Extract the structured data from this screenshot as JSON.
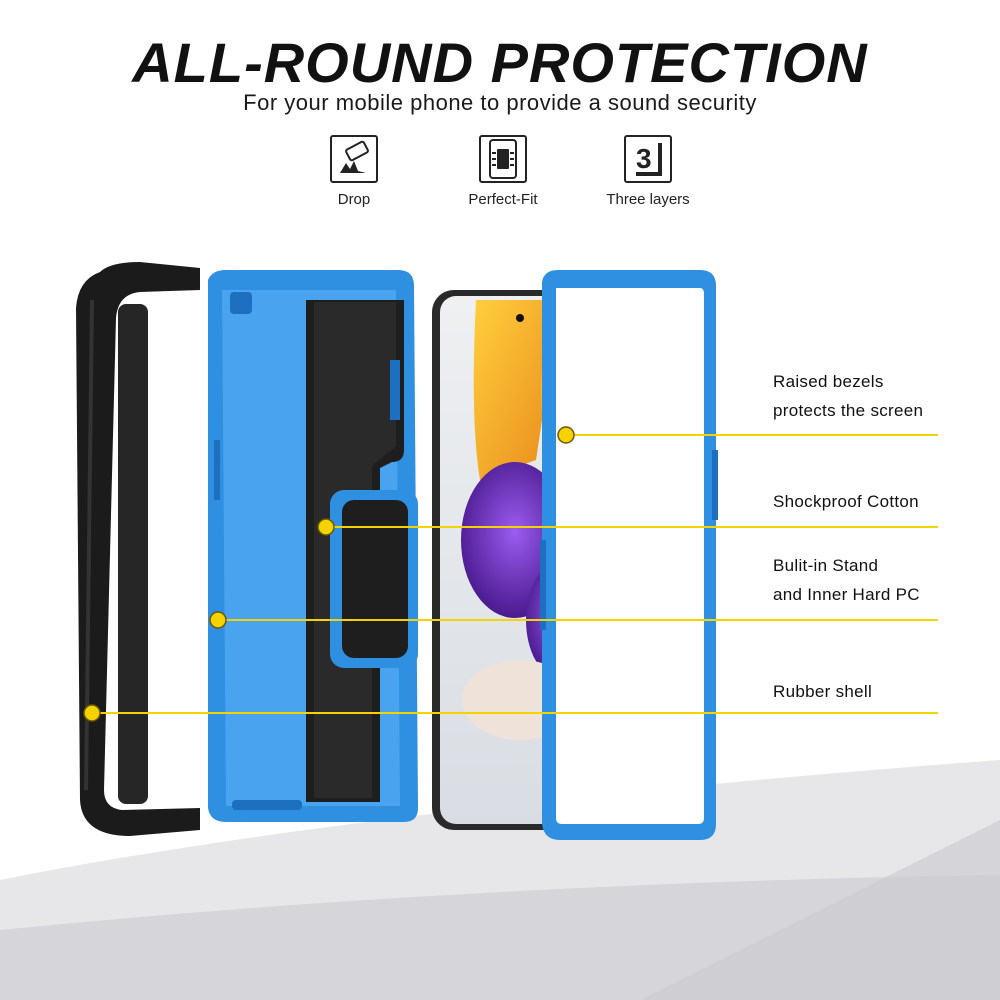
{
  "header": {
    "title": "ALL-ROUND PROTECTION",
    "subtitle": "For your mobile phone to provide a sound security"
  },
  "features": [
    {
      "label": "Drop",
      "icon": "drop-icon"
    },
    {
      "label": "Perfect-Fit",
      "icon": "perfect-fit-icon"
    },
    {
      "label": "Three layers",
      "icon": "three-layers-icon"
    }
  ],
  "three_layers_glyph": "3",
  "callouts": [
    {
      "line1": "Raised bezels",
      "line2": "protects the screen"
    },
    {
      "line1": "Shockproof Cotton",
      "line2": ""
    },
    {
      "line1": "Bulit-in Stand",
      "line2": "and Inner Hard PC"
    },
    {
      "line1": "Rubber shell",
      "line2": ""
    }
  ],
  "colors": {
    "case_blue": "#2f8fe0",
    "rubber_black": "#1b1b1b",
    "callout_yellow": "#f5d300",
    "screen_purple": "#6a2fb8",
    "screen_orange": "#f4a21f"
  }
}
